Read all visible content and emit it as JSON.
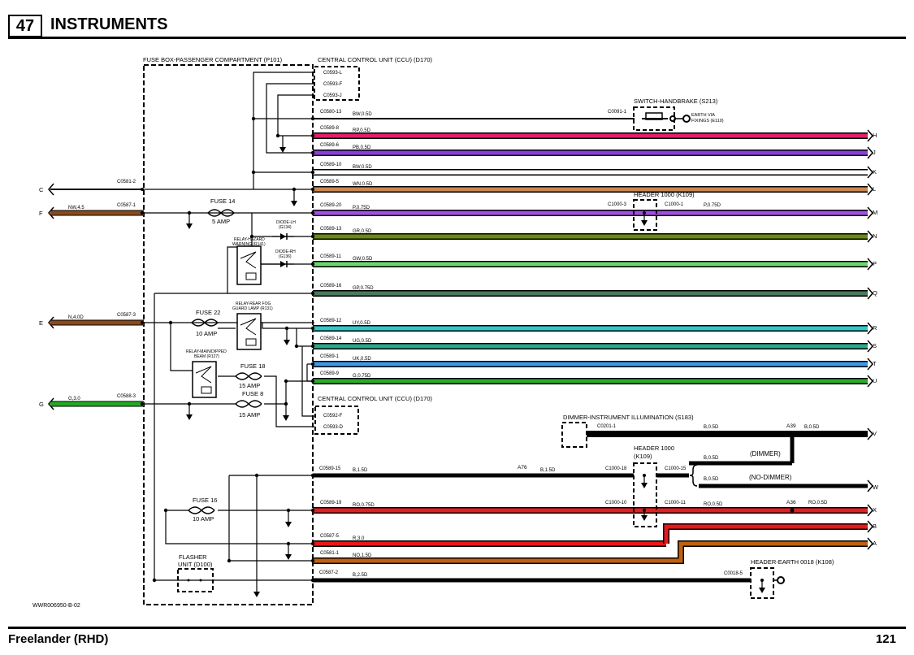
{
  "header": {
    "section_number": "47",
    "title": "INSTRUMENTS"
  },
  "footer": {
    "vehicle": "Freelander (RHD)",
    "page": "121"
  },
  "drawing_ref": "WWR006950-B-02",
  "components": {
    "fuse_box": "FUSE BOX-PASSENGER COMPARTMENT (P101)",
    "ccu_top": "CENTRAL CONTROL UNIT (CCU) (D170)",
    "ccu_bottom": "CENTRAL CONTROL UNIT (CCU) (D170)",
    "switch_handbrake": "SWITCH-HANDBRAKE (S213)",
    "earth_via_fixings": [
      "EARTH VIA",
      "FIXINGS (E110)"
    ],
    "header_1000_top": "HEADER 1000 (K109)",
    "header_1000_bottom": [
      "HEADER 1000",
      "(K109)"
    ],
    "dimmer": "DIMMER-INSTRUMENT ILLUMINATION (S183)",
    "header_earth": "HEADER-EARTH 0018 (K108)",
    "fuse14": [
      "FUSE 14",
      "5 AMP"
    ],
    "fuse22": [
      "FUSE 22",
      "10 AMP"
    ],
    "fuse18": [
      "FUSE 18",
      "15 AMP"
    ],
    "fuse8": [
      "FUSE 8",
      "15 AMP"
    ],
    "fuse16": [
      "FUSE 16",
      "10 AMP"
    ],
    "diode_lh": [
      "DIODE-LH",
      "(G134)"
    ],
    "diode_rh": [
      "DIODE-RH",
      "(G136)"
    ],
    "relay_hazard": [
      "RELAY-HAZARD",
      "WARNING (R141)"
    ],
    "relay_fog": [
      "RELAY-REAR FOG",
      "GUARD LAMP (R131)"
    ],
    "relay_main": [
      "RELAY-MAIN/DIPPED",
      "BEAM (R127)"
    ],
    "flasher": [
      "FLASHER",
      "UNIT (D100)"
    ],
    "dimmer_label": "(DIMMER)",
    "no_dimmer_label": "(NO-DIMMER)"
  },
  "ccu_top_pins": [
    "C0593-L",
    "C0593-F",
    "C0593-J"
  ],
  "ccu_bottom_pins": [
    "C0592-F",
    "C0593-D"
  ],
  "left_inputs": [
    {
      "letter": "C",
      "connector": "C0581-2",
      "wire": "",
      "color": "#ffffff"
    },
    {
      "letter": "F",
      "connector": "C0587-1",
      "wire": "NW,4.5",
      "color": "#8a4a1c"
    },
    {
      "letter": "E",
      "connector": "C0587-3",
      "wire": "N,4.0D",
      "color": "#8a4a1c"
    },
    {
      "letter": "G",
      "connector": "C0588-3",
      "wire": "G,3.0",
      "color": "#22aa22"
    }
  ],
  "wires": [
    {
      "letter": "H",
      "connector": "C0589-8",
      "wire": "RP,0.5D",
      "color": "#e0206a"
    },
    {
      "letter": "J",
      "connector": "C0589-6",
      "wire": "PB,0.5D",
      "color": "#8a3fd8"
    },
    {
      "letter": "K",
      "connector": "C0589-10",
      "wire": "BW,0.5D",
      "color": "#ffffff"
    },
    {
      "letter": "L",
      "connector": "C0589-5",
      "wire": "WN,0.5D",
      "color": "#c88850"
    },
    {
      "letter": "M",
      "connector": "C0589-20",
      "wire": "P,0.75D",
      "color": "#a050e0"
    },
    {
      "letter": "N",
      "connector": "C0589-13",
      "wire": "GR,0.5D",
      "color": "#6a8a10"
    },
    {
      "letter": "P",
      "connector": "C0589-11",
      "wire": "GW,0.5D",
      "color": "#6cd86c"
    },
    {
      "letter": "Q",
      "connector": "C0589-16",
      "wire": "GP,0.75D",
      "color": "#4a7a5a"
    },
    {
      "letter": "R",
      "connector": "C0589-12",
      "wire": "UY,0.5D",
      "color": "#30c8c8"
    },
    {
      "letter": "S",
      "connector": "C0589-14",
      "wire": "UG,0.5D",
      "color": "#2aaa8a"
    },
    {
      "letter": "T",
      "connector": "C0589-1",
      "wire": "UK,0.5D",
      "color": "#3a9ae8"
    },
    {
      "letter": "U",
      "connector": "C0589-9",
      "wire": "G,0.75D",
      "color": "#2aaa2a"
    },
    {
      "letter": "V",
      "connector": "",
      "wire": "B,0.5D",
      "color": "#000000"
    },
    {
      "letter": "W",
      "connector": "",
      "wire": "B,0.5D",
      "color": "#000000"
    },
    {
      "letter": "X",
      "connector": "C0589-19",
      "wire": "RO,0.75D",
      "color": "#e02020"
    },
    {
      "letter": "B",
      "connector": "C0587-5",
      "wire": "R,3.0",
      "color": "#e81818"
    },
    {
      "letter": "A",
      "connector": "C0581-1",
      "wire": "NO,1.5D",
      "color": "#c06010"
    }
  ],
  "handbrake_wire": {
    "connector": "C0580-13",
    "wire": "BW,0.5D",
    "switch_connector": "C0091-1"
  },
  "header_m": {
    "left": "C1000-3",
    "right": "C1000-1",
    "wire": "P,0.75D"
  },
  "dimmer_wire": {
    "connector": "C0201-1",
    "wire": "B,0.5D",
    "splice": "A39",
    "wire2": "B,0.5D"
  },
  "b_wire": {
    "connector": "C0589-15",
    "wire": "B,1.5D",
    "splice": "A76",
    "wire2": "B,1.5D",
    "header_left": "C1000-18",
    "header_right": "C1000-15",
    "dim_wire": "B,0.5D",
    "nodim_wire": "B,0.5D"
  },
  "x_wire": {
    "header_left": "C1000-10",
    "header_right": "C1000-11",
    "wire2": "RO,0.5D",
    "splice": "A36",
    "wire3": "RO,0.5D"
  },
  "earth_wire": {
    "connector": "C0587-2",
    "wire": "B,2.5D",
    "header_conn": "C0018-5"
  }
}
